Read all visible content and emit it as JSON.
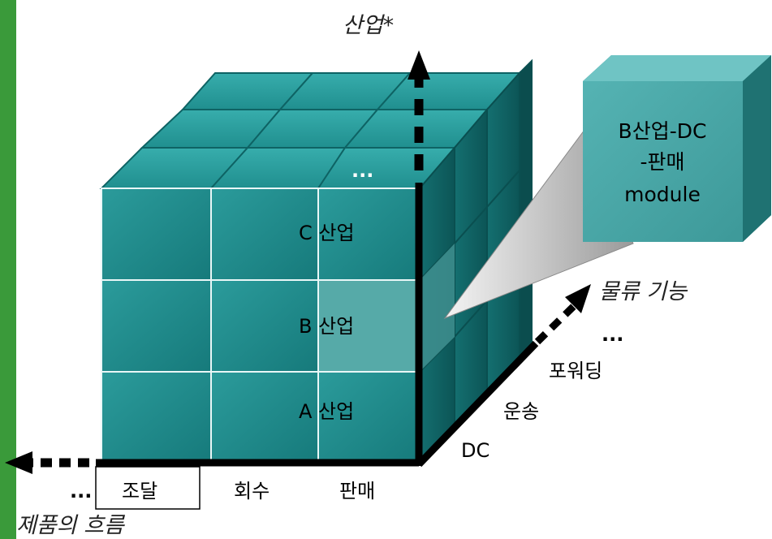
{
  "axes": {
    "industry_title": "산업*",
    "logistics_title": "물류 기능",
    "product_flow_title": "제품의 흐름"
  },
  "industry_labels": [
    "A 산업",
    "B 산업",
    "C 산업",
    "..."
  ],
  "logistics_labels": [
    "DC",
    "운송",
    "포워딩",
    "..."
  ],
  "flow_labels": [
    "판매",
    "회수",
    "조달",
    "..."
  ],
  "callout": {
    "lines": [
      "B산업-DC",
      "-판매",
      "module"
    ]
  },
  "colors": {
    "left_bar": "#3a9a3a",
    "cube_front": "#1f8a8a",
    "cube_top": "#2ea3a3",
    "cube_side": "#0f5f60",
    "highlight": "#56aaa8",
    "callout_fill": "#4aa8a8"
  }
}
